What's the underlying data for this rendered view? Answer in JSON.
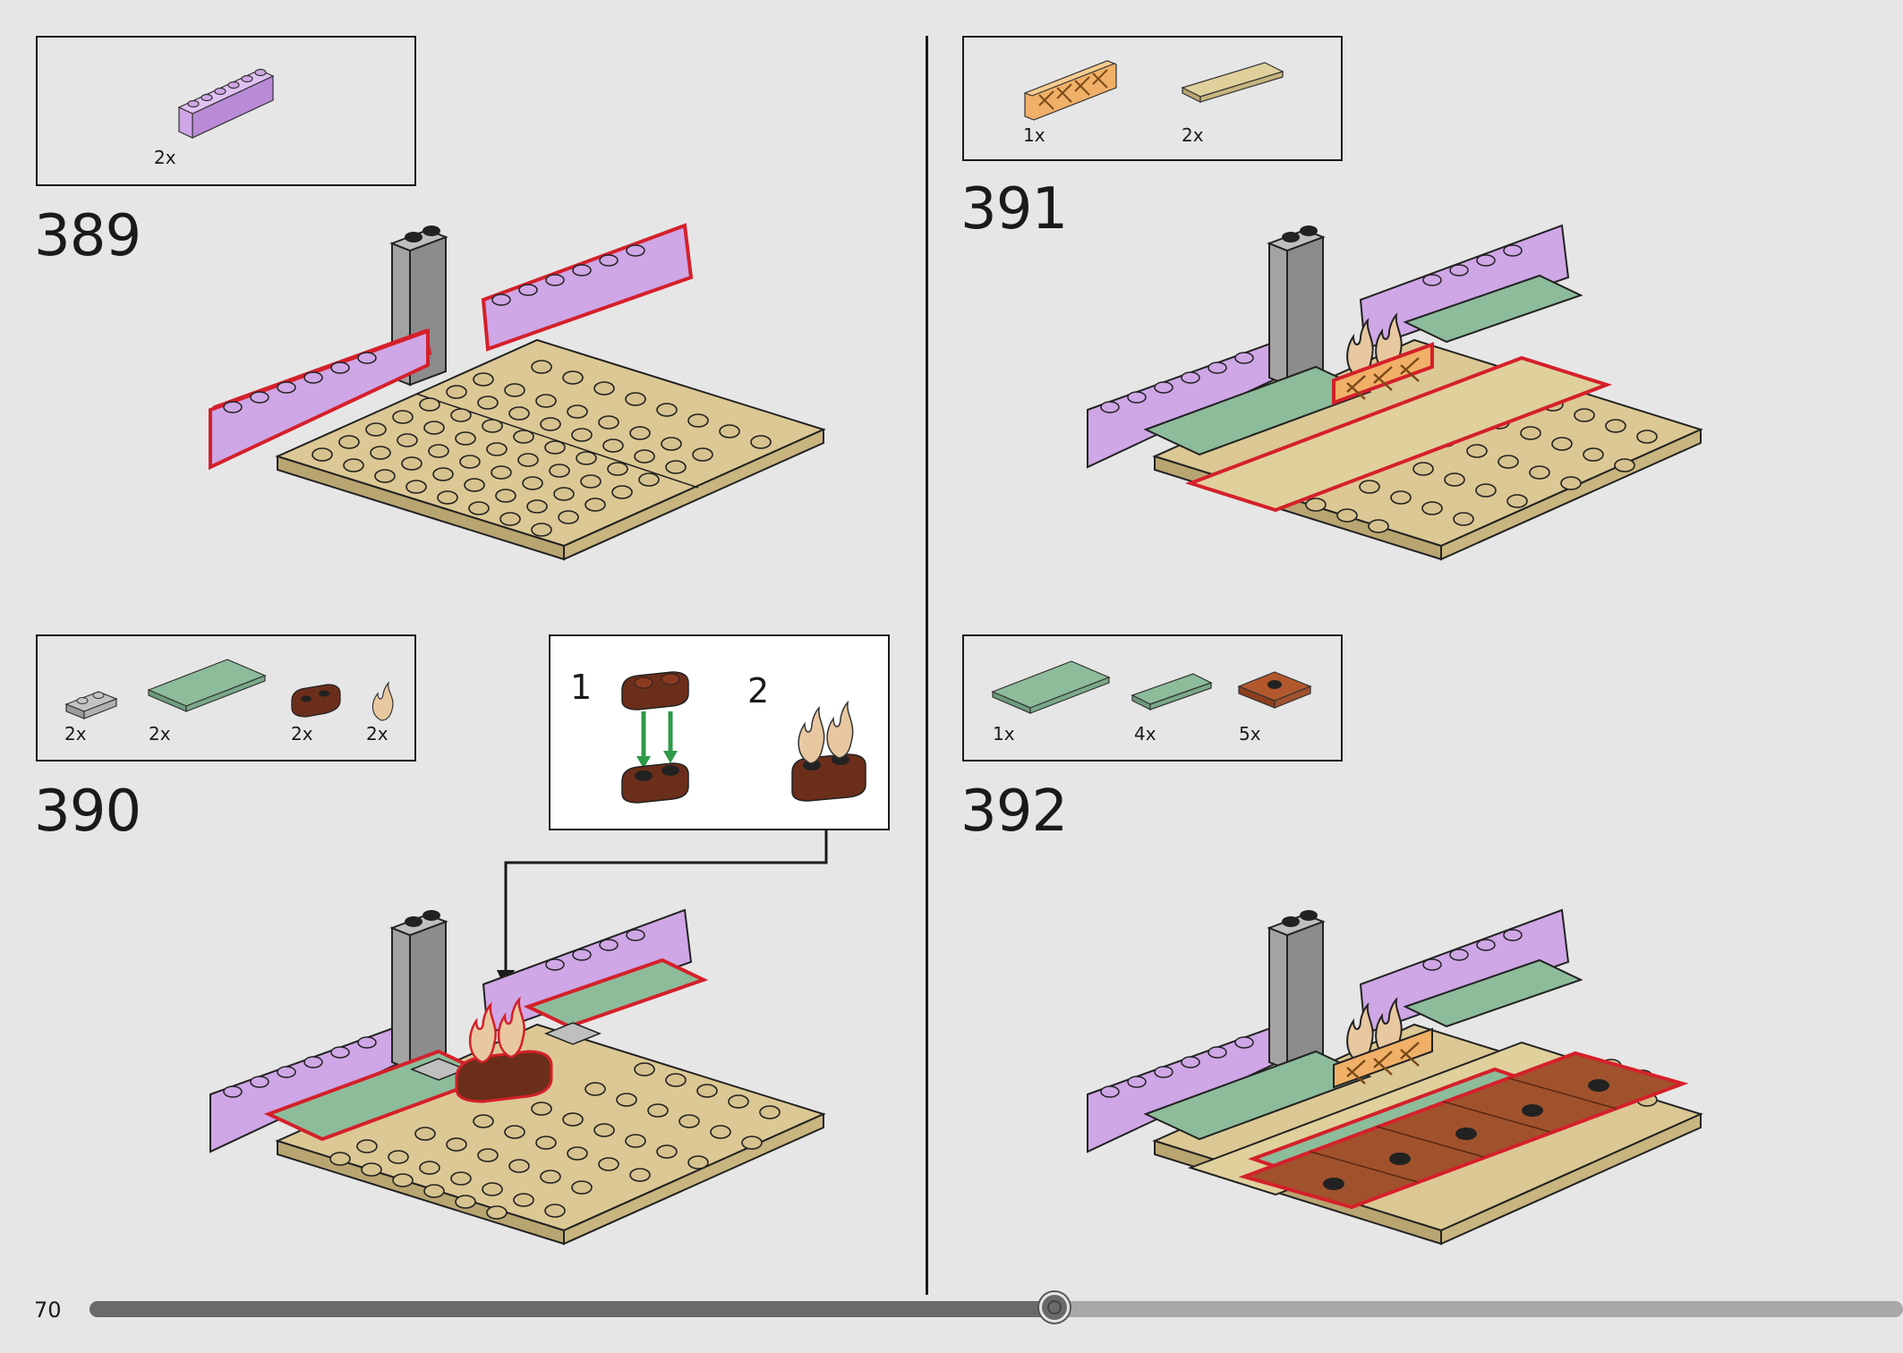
{
  "page": {
    "number": "70",
    "progress": 0.532
  },
  "steps": [
    {
      "number": "389",
      "parts": [
        {
          "qty": "2x",
          "icon": "lavender-brick-1x6"
        }
      ]
    },
    {
      "number": "390",
      "parts": [
        {
          "qty": "2x",
          "icon": "grey-plate-1x2"
        },
        {
          "qty": "2x",
          "icon": "sand-green-tile-2x4"
        },
        {
          "qty": "2x",
          "icon": "brown-plate-1x2-rounded"
        },
        {
          "qty": "2x",
          "icon": "flame-element"
        }
      ],
      "substeps": [
        {
          "label": "1"
        },
        {
          "label": "2"
        }
      ]
    },
    {
      "number": "391",
      "parts": [
        {
          "qty": "1x",
          "icon": "orange-fence-1x4"
        },
        {
          "qty": "2x",
          "icon": "tan-tile-1x4"
        }
      ]
    },
    {
      "number": "392",
      "parts": [
        {
          "qty": "1x",
          "icon": "sand-green-tile-2x4"
        },
        {
          "qty": "4x",
          "icon": "sand-green-tile-1x4"
        },
        {
          "qty": "5x",
          "icon": "reddish-brown-jumper-plate-2x2"
        }
      ]
    }
  ],
  "colors": {
    "background": "#e6e6e6",
    "lavender": "#cfa6e6",
    "tan": "#d6c28e",
    "sand_green": "#8dbc9a",
    "grey": "#a3a3a3",
    "reddish_brown": "#a0522d",
    "highlight": "#d4202a"
  }
}
